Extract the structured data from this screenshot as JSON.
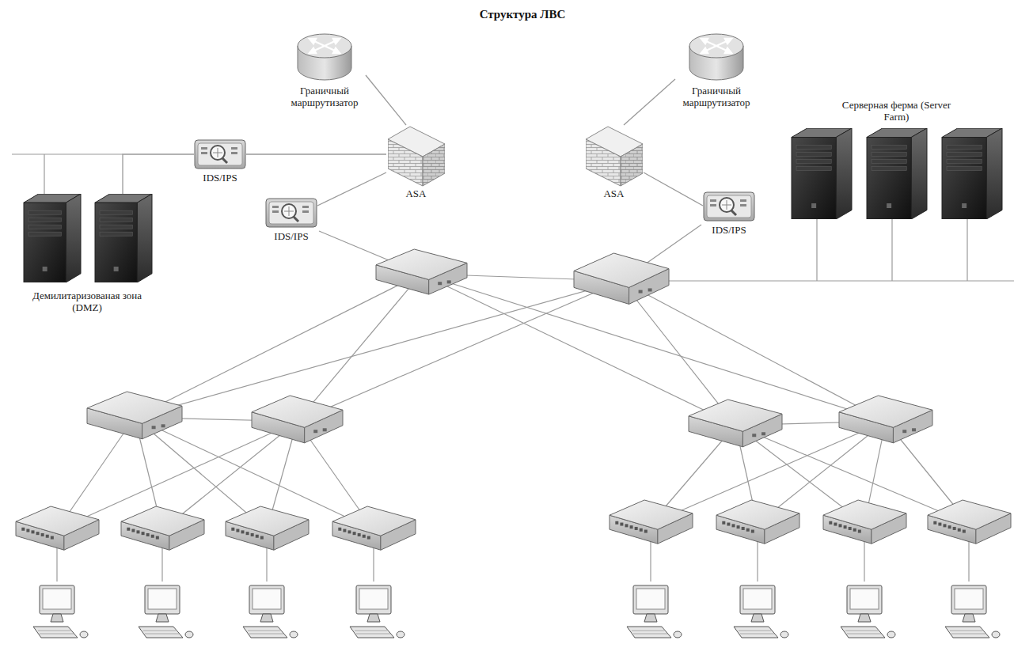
{
  "diagram": {
    "title": "Структура ЛВС",
    "nodes": [
      {
        "text": [
          "Граничный маршрутизатор"
        ]
      },
      {
        "text": [
          "Граничный маршрутизатор"
        ]
      },
      {
        "text": [
          "Серверная ферма (Server Farm)"
        ]
      },
      {
        "text": [
          "IDS/IPS"
        ]
      },
      {
        "text": [
          "ASA"
        ]
      },
      {
        "text": [
          "ASA"
        ]
      },
      {
        "text": [
          "IDS/IPS"
        ]
      },
      {
        "text": [
          "IDS/IPS"
        ]
      },
      {
        "text": [
          "Демилитаризованая зона (DMZ)"
        ]
      }
    ],
    "edges": [
      {
        "from": 0,
        "to": 4,
        "arrow": "none"
      },
      {
        "from": 1,
        "to": 5,
        "arrow": "none"
      },
      {
        "from": 4,
        "to": 3,
        "arrow": "none"
      },
      {
        "from": 3,
        "to": 8,
        "arrow": "none"
      },
      {
        "from": 4,
        "to": 6,
        "arrow": "none"
      },
      {
        "from": 5,
        "to": 7,
        "arrow": "none"
      }
    ]
  }
}
